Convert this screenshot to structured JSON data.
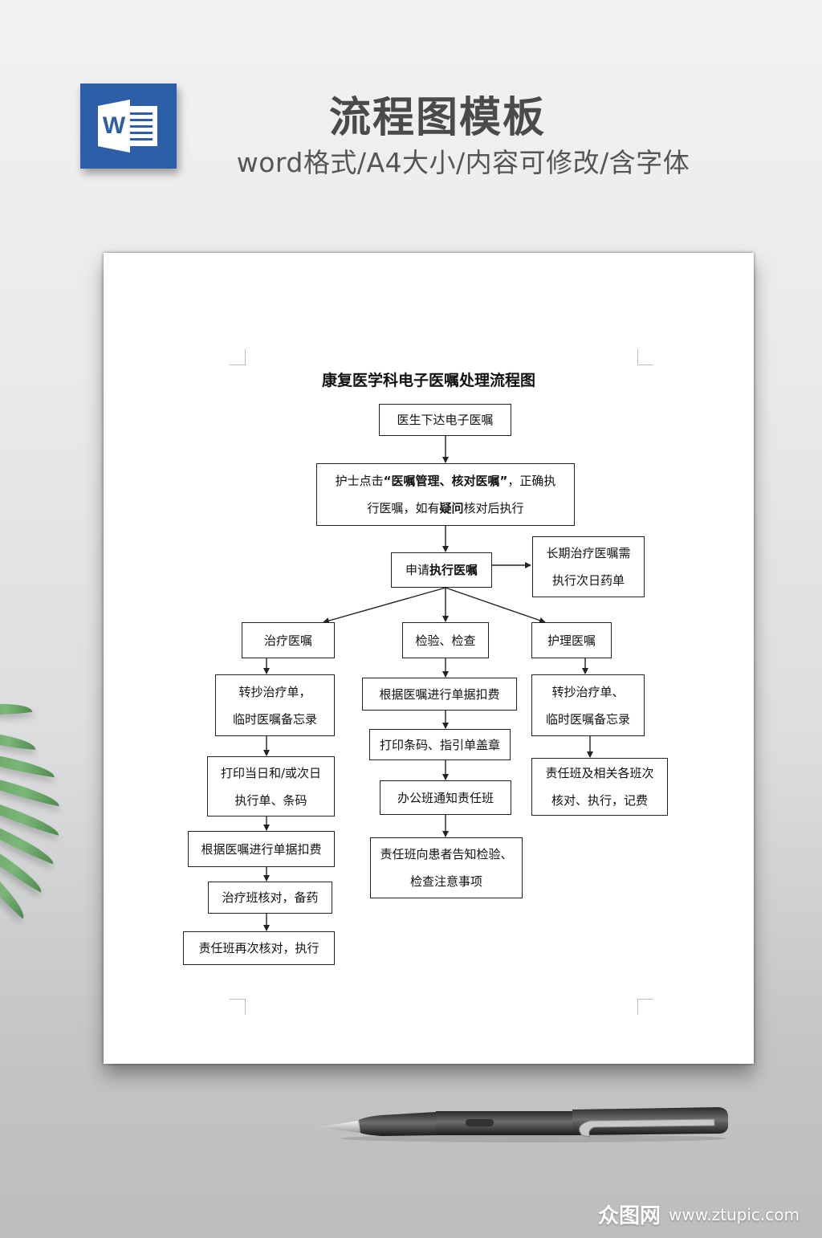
{
  "header": {
    "icon": "word-document-icon",
    "icon_letter": "W",
    "title": "流程图模板",
    "subtitle": "word格式/A4大小/内容可修改/含字体"
  },
  "document": {
    "title": "康复医学科电子医嘱处理流程图",
    "nodes": {
      "n1": {
        "lines": [
          "医生下达电子医嘱"
        ]
      },
      "n2": {
        "line1_pre": "护士点击",
        "line1_bold": "“医嘱管理、核对医嘱”",
        "line1_post": "，正确执",
        "line2_pre": "行医嘱，如有",
        "line2_bold": "疑问",
        "line2_post": "核对后执行"
      },
      "n3": {
        "pre": "申请",
        "bold": "执行医嘱"
      },
      "n4": {
        "lines": [
          "长期治疗医嘱需",
          "执行次日药单"
        ]
      },
      "left": [
        {
          "lines": [
            "治疗医嘱"
          ]
        },
        {
          "lines": [
            "转抄治疗单，",
            "临时医嘱备忘录"
          ]
        },
        {
          "lines": [
            "打印当日和/或次日",
            "执行单、条码"
          ]
        },
        {
          "lines": [
            "根据医嘱进行单据扣费"
          ]
        },
        {
          "lines": [
            "治疗班核对，备药"
          ]
        },
        {
          "lines": [
            "责任班再次核对，执行"
          ]
        }
      ],
      "middle": [
        {
          "lines": [
            "检验、检查"
          ]
        },
        {
          "lines": [
            "根据医嘱进行单据扣费"
          ]
        },
        {
          "lines": [
            "打印条码、指引单盖章"
          ]
        },
        {
          "lines": [
            "办公班通知责任班"
          ]
        },
        {
          "lines": [
            "责任班向患者告知检验、",
            "检查注意事项"
          ]
        }
      ],
      "right": [
        {
          "lines": [
            "护理医嘱"
          ]
        },
        {
          "lines": [
            "转抄治疗单、",
            "临时医嘱备忘录"
          ]
        },
        {
          "lines": [
            "责任班及相关各班次",
            "核对、执行，记费"
          ]
        }
      ]
    }
  },
  "decor": {
    "pen": "fountain-pen",
    "leaf": "palm-leaf"
  },
  "watermark": {
    "logo": "众图网",
    "url": "www.ztupic.com"
  }
}
